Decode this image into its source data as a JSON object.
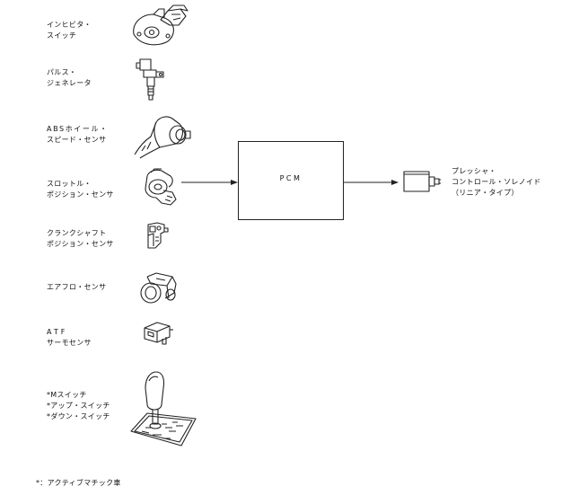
{
  "inputs": [
    {
      "key": "inhibitor_switch",
      "lines": [
        "インヒビタ・",
        "スイッチ"
      ],
      "icon": "inhibitor-switch-icon"
    },
    {
      "key": "pulse_generator",
      "lines": [
        "パルス・",
        "ジェネレータ"
      ],
      "icon": "pulse-generator-icon"
    },
    {
      "key": "abs_wheel_speed_sensor",
      "lines": [
        "ABSホイール・",
        "スピード・センサ"
      ],
      "icon": "abs-wheel-speed-sensor-icon"
    },
    {
      "key": "throttle_position_sensor",
      "lines": [
        "スロットル・",
        "ポジション・センサ"
      ],
      "icon": "throttle-position-sensor-icon"
    },
    {
      "key": "crankshaft_position_sensor",
      "lines": [
        "クランクシャフト",
        "ポジション・センサ"
      ],
      "icon": "crankshaft-position-sensor-icon"
    },
    {
      "key": "airflow_sensor",
      "lines": [
        "エアフロ・センサ"
      ],
      "icon": "airflow-sensor-icon"
    },
    {
      "key": "atf_thermo_sensor",
      "lines": [
        "ATF",
        "サーモセンサ"
      ],
      "icon": "atf-thermo-sensor-icon"
    },
    {
      "key": "manual_switches",
      "lines": [
        "*Mスイッチ",
        "*アップ・スイッチ",
        "*ダウン・スイッチ"
      ],
      "icon": "shift-lever-icon"
    }
  ],
  "controller": {
    "label": "PCM"
  },
  "output": {
    "lines": [
      "プレッシャ・",
      "コントロール・ソレノイド",
      "（リニア・タイプ）"
    ],
    "icon": "pressure-control-solenoid-icon"
  },
  "footnote": "*：アクティブマチック車",
  "colors": {
    "ink": "#222222",
    "background": "#ffffff"
  }
}
